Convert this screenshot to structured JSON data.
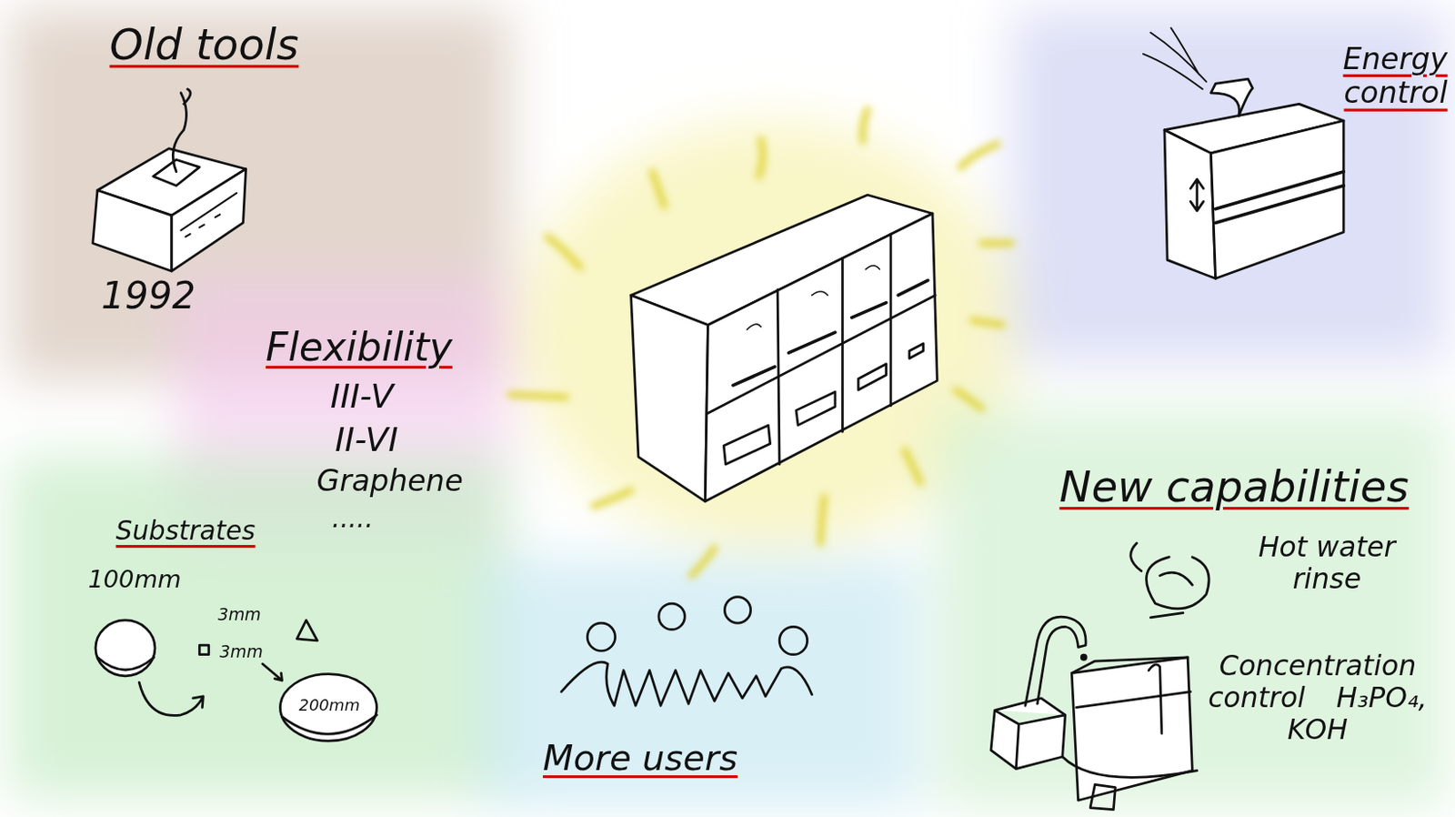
{
  "diagram": {
    "labels": [
      "Old tools",
      "1992",
      "Energy control",
      "Flexibility",
      "III-V",
      "II-VI",
      "Graphene",
      ".....",
      "Substrates",
      "100mm",
      "3mm",
      "3mm",
      "200mm",
      "More users",
      "New capabilities",
      "Hot water rinse",
      "Concentration control H₃PO₄, KOH"
    ]
  }
}
